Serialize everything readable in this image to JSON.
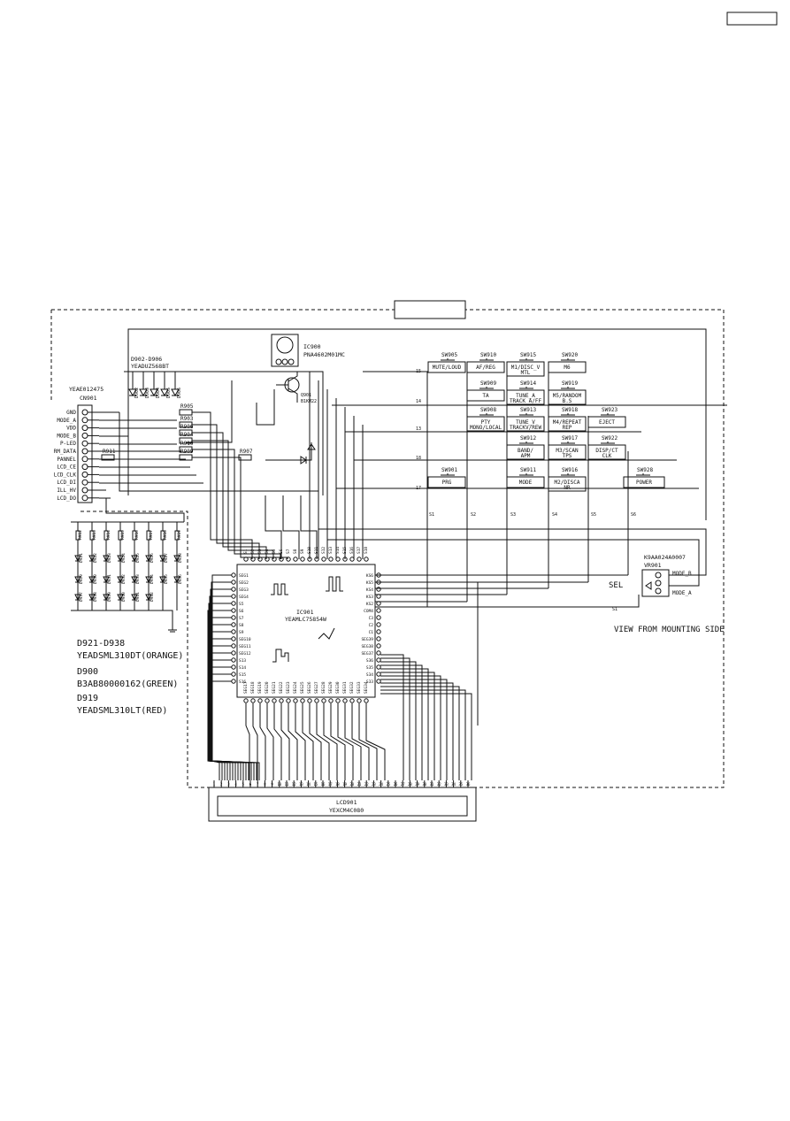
{
  "header": {
    "page_tag": ""
  },
  "sheet_tag": "",
  "connector": {
    "part": "YEAE012475",
    "ref": "CN901",
    "pins": [
      "GND",
      "MODE_A",
      "VDD",
      "MODE_B",
      "P-LED",
      "RM_DATA",
      "PANNEL",
      "LCD_CE",
      "LCD_CLK",
      "LCD_DI",
      "ILL_HV",
      "LCD_DO"
    ]
  },
  "diode_array": {
    "ref": "D902-D906",
    "part": "YEADUZ568BT"
  },
  "ir_receiver": {
    "ref": "IC900",
    "part": "PNA4602M01MC"
  },
  "transistor": {
    "ref": "Q901",
    "part": "B1KM22"
  },
  "resistors": [
    "R905",
    "R903",
    "R906",
    "R904",
    "R910",
    "R909",
    "R911",
    "R907"
  ],
  "main_ic": {
    "ref": "IC901",
    "part": "YEAMLC75854W"
  },
  "lcd": {
    "ref": "LCD901",
    "part": "YEXCM4C080"
  },
  "switches": [
    {
      "ref": "SW905",
      "label": "MUTE/LOUD"
    },
    {
      "ref": "SW910",
      "label": "AF/REG"
    },
    {
      "ref": "SW915",
      "label": "M1/DISC_V",
      "sub": "MTL"
    },
    {
      "ref": "SW920",
      "label": "M6"
    },
    {
      "ref": "SW909",
      "label": "TA"
    },
    {
      "ref": "SW914",
      "label": "TUNE_A",
      "sub": "TRACK A/FF"
    },
    {
      "ref": "SW919",
      "label": "M5/RANDOM",
      "sub": "B.S"
    },
    {
      "ref": "SW908",
      "label": "PTY",
      "sub": "MONO/LOCAL"
    },
    {
      "ref": "SW913",
      "label": "TUNE_V",
      "sub": "TRACKV/REW"
    },
    {
      "ref": "SW918",
      "label": "M4/REPEAT",
      "sub": "REP"
    },
    {
      "ref": "SW923",
      "label": "EJECT"
    },
    {
      "ref": "SW912",
      "label": "BAND/",
      "sub": "APM"
    },
    {
      "ref": "SW917",
      "label": "M3/SCAN",
      "sub": "TPS"
    },
    {
      "ref": "SW922",
      "label": "DISP/CT",
      "sub": "CLK"
    },
    {
      "ref": "SW901",
      "label": "PRG"
    },
    {
      "ref": "SW911",
      "label": "MODE"
    },
    {
      "ref": "SW916",
      "label": "M2/DISCA",
      "sub": "NR"
    },
    {
      "ref": "SW928",
      "label": "POWER"
    }
  ],
  "encoder": {
    "part": "K9AA024A0007",
    "ref": "VR901",
    "sel_label": "SEL",
    "pins": [
      "MODE_B",
      "MODE_A"
    ]
  },
  "view_note": "VIEW FROM MOUNTING SIDE",
  "led_notes": [
    {
      "range": "D921-D938",
      "part": "YEADSML310DT(ORANGE)"
    },
    {
      "range": "D900",
      "part": "B3AB80000162(GREEN)"
    },
    {
      "range": "D919",
      "part": "YEADSML310LT(RED)"
    }
  ]
}
